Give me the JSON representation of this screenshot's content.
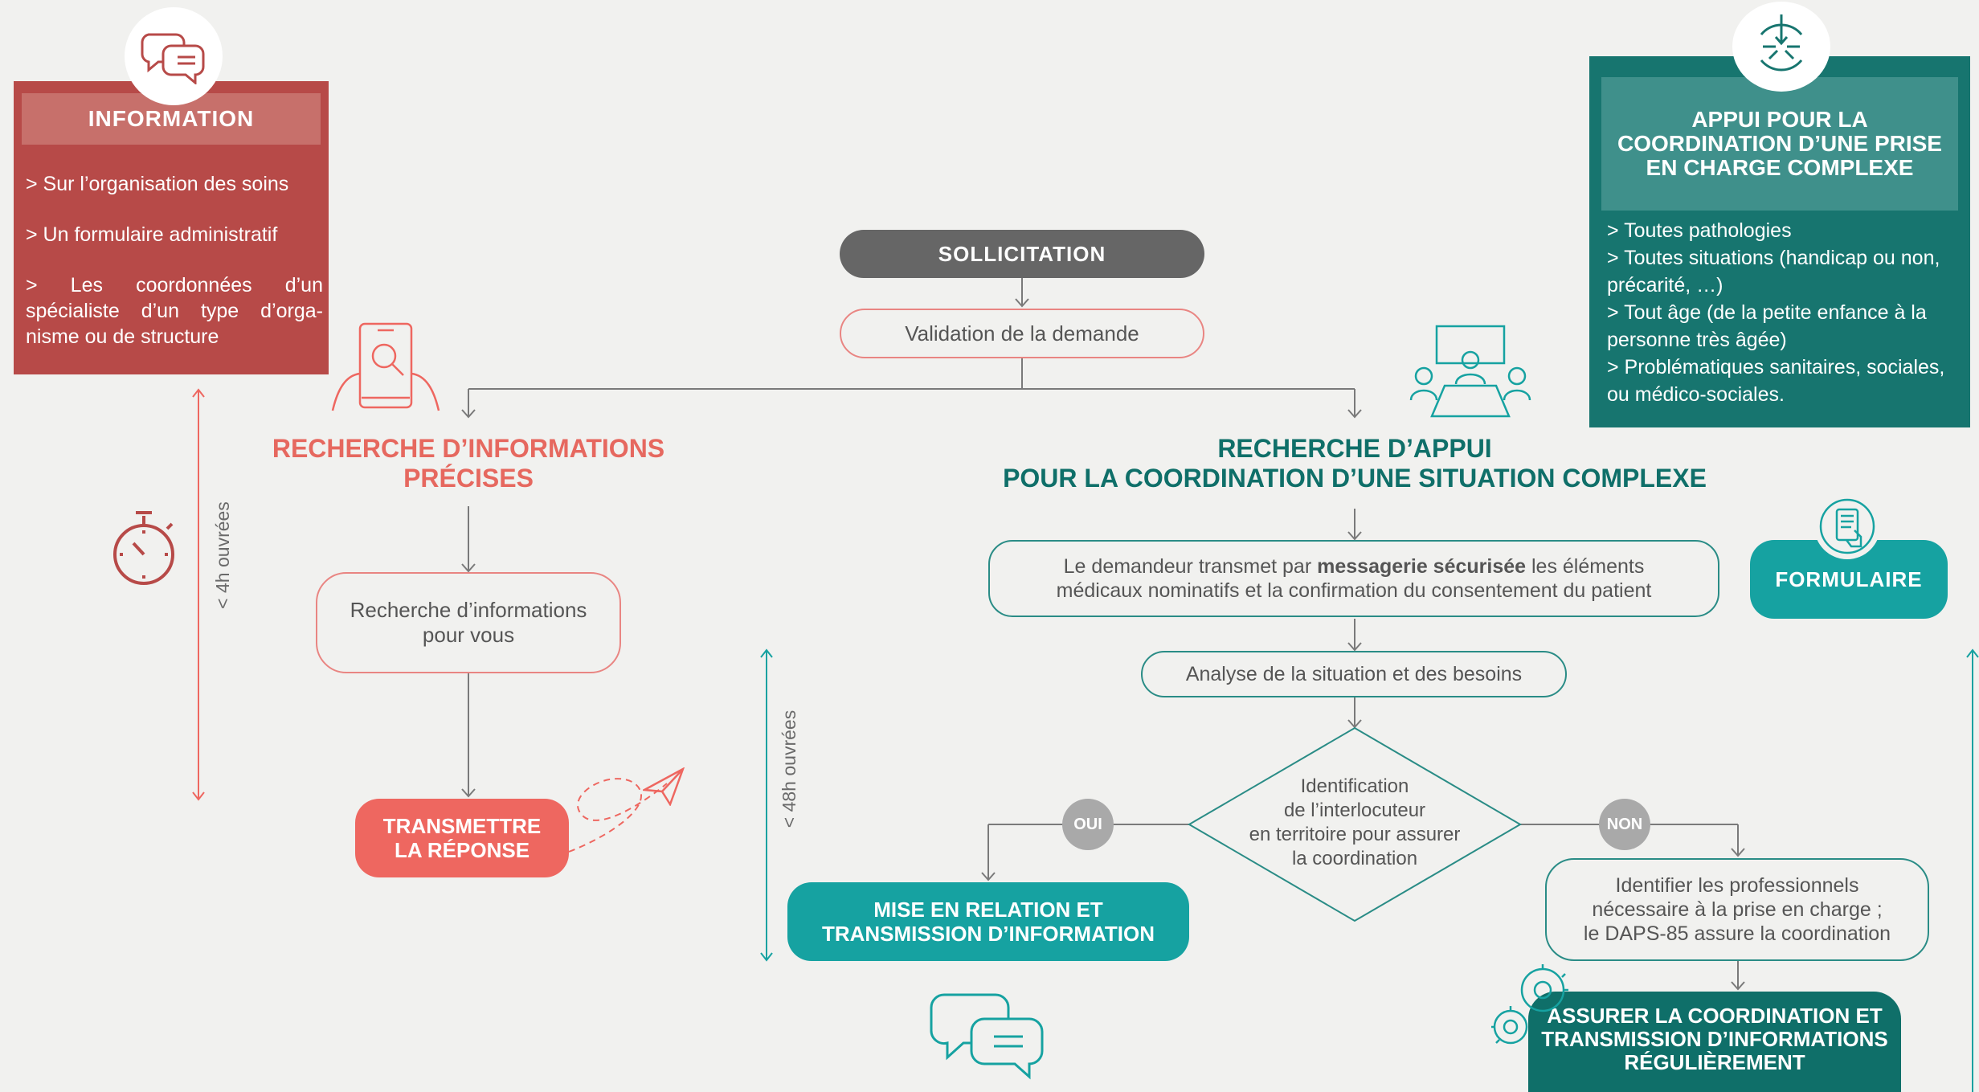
{
  "information": {
    "title": "INFORMATION",
    "items": [
      "> Sur l’organisation des soins",
      "> Un formulaire administratif",
      "> Les coordonnées d’un spécialiste d’un type d’orga-nisme ou de structure"
    ]
  },
  "appui": {
    "title": "APPUI POUR LA COORDINATION  D’UNE PRISE EN CHARGE COMPLEXE",
    "items": [
      "> Toutes pathologies",
      "> Toutes situations (handicap ou non, précarité, …)",
      "> Tout âge (de la petite enfance à la personne très âgée)",
      "> Problématiques sanitaires, sociales, ou médico-sociales."
    ]
  },
  "flow": {
    "sollicitation": "SOLLICITATION",
    "validation": "Validation de la demande",
    "left_title_1": "RECHERCHE D’INFORMATIONS",
    "left_title_2": "PRÉCISES",
    "left_box_1": "Recherche d’informations",
    "left_box_2": "pour vous",
    "transmettre_1": "TRANSMETTRE",
    "transmettre_2": "LA RÉPONSE",
    "delay_left": "< 4h ouvrées",
    "right_title_1": "RECHERCHE D’APPUI",
    "right_title_2": "POUR LA COORDINATION D’UNE SITUATION COMPLEXE",
    "demandeur_pre": "Le demandeur transmet par ",
    "demandeur_bold": "messagerie sécurisée",
    "demandeur_post": " les éléments",
    "demandeur_line2": "médicaux nominatifs et la confirmation du consentement du patient",
    "formulaire": "FORMULAIRE",
    "analyse": "Analyse de la situation et des besoins",
    "diamond_1": "Identification",
    "diamond_2": "de l’interlocuteur",
    "diamond_3": "en territoire pour assurer",
    "diamond_4": "la coordination",
    "oui": "OUI",
    "non": "NON",
    "mise_1": "MISE EN RELATION ET",
    "mise_2": "TRANSMISSION D’INFORMATION",
    "delay_mid": "< 48h ouvrées",
    "identifier_1": "Identifier les professionnels",
    "identifier_2": "nécessaire à la prise en charge ;",
    "identifier_3": "le DAPS-85 assure la coordination",
    "assurer_1": "ASSURER LA COORDINATION ET",
    "assurer_2": "TRANSMISSION D’INFORMATIONS",
    "assurer_3": "RÉGULIÈREMENT"
  },
  "colors": {
    "red_dark": "#b74a48",
    "red": "#ee6760",
    "teal": "#16a2a1",
    "teal_dark": "#0f6f69",
    "grey": "#666666"
  },
  "icons": [
    "speech-bubbles-icon",
    "arrows-converge-icon",
    "phone-search-icon",
    "meeting-icon",
    "stopwatch-icon",
    "paper-plane-icon",
    "tablet-form-icon",
    "gear-icon"
  ]
}
